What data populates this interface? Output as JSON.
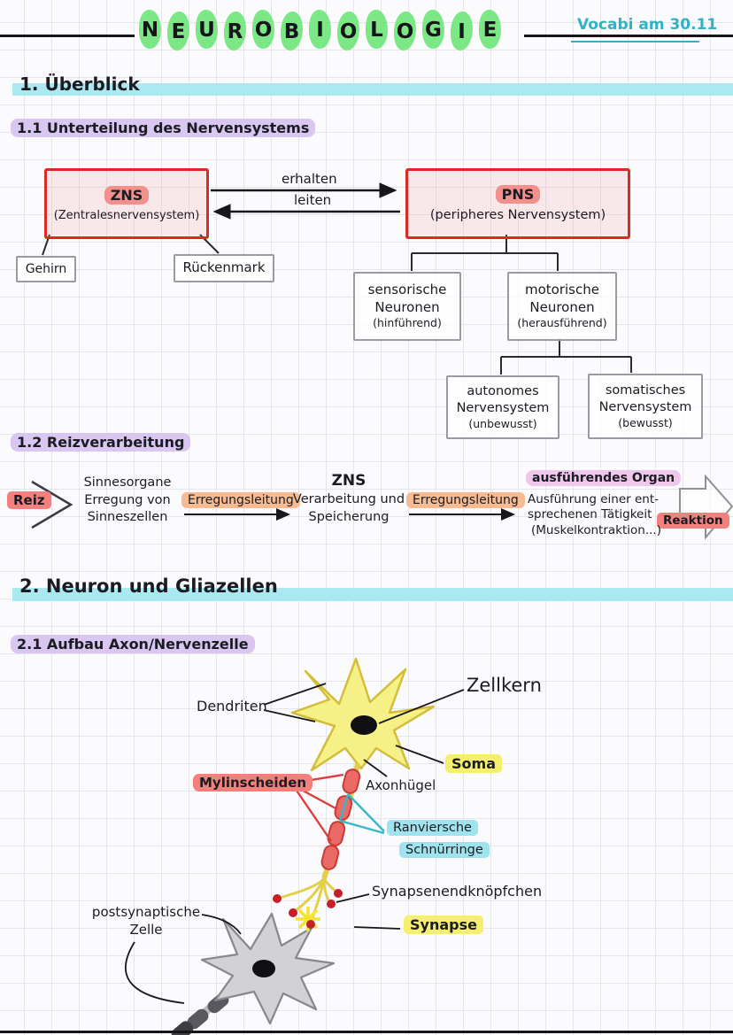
{
  "header": {
    "letters": [
      "N",
      "E",
      "U",
      "R",
      "O",
      "B",
      "I",
      "O",
      "L",
      "O",
      "G",
      "I",
      "E"
    ],
    "title": "NEUROBIOLOGIE",
    "note": "Vocabi am 30.11"
  },
  "sections": {
    "s1": "1. Überblick",
    "s1_1": "1.1 Unterteilung des Nervensystems",
    "s1_2": "1.2 Reizverarbeitung",
    "s2": "2. Neuron und Gliazellen",
    "s2_1": "2.1 Aufbau Axon/Nervenzelle"
  },
  "overview": {
    "zns_title": "ZNS",
    "zns_sub": "(Zentralesnervensystem)",
    "pns_title": "PNS",
    "pns_sub": "(peripheres Nervensystem)",
    "arrow_to_pns": "erhalten",
    "arrow_to_zns": "leiten",
    "gehirn": "Gehirn",
    "rueckenmark": "Rückenmark",
    "sensorische": [
      "sensorische",
      "Neuronen",
      "(hinführend)"
    ],
    "motorische": [
      "motorische",
      "Neuronen",
      "(herausführend)"
    ],
    "autonomes": [
      "autonomes",
      "Nervensystem",
      "(unbewusst)"
    ],
    "somatisches": [
      "somatisches",
      "Nervensystem",
      "(bewusst)"
    ]
  },
  "flow": {
    "reiz": "Reiz",
    "step1": [
      "Sinnesorgane",
      "Erregung von",
      "Sinneszellen"
    ],
    "leitung1": "Erregungsleitung",
    "step2_title": "ZNS",
    "step2": [
      "Verarbeitung und",
      "Speicherung"
    ],
    "leitung2": "Erregungsleitung",
    "organ_title": "ausführendes Organ",
    "organ": [
      "Ausführung einer ent-",
      "sprechenen Tätigkeit",
      "(Muskelkontraktion...)"
    ],
    "reaktion": "Reaktion"
  },
  "neuron": {
    "dendriten": "Dendriten",
    "zellkern": "Zellkern",
    "soma": "Soma",
    "axonhuegel": "Axonhügel",
    "mylinscheiden": "Mylinscheiden",
    "ranviersche": [
      "Ranviersche",
      "Schnürringe"
    ],
    "synapsenendknoepfchen": "Synapsenendknöpfchen",
    "synapse": "Synapse",
    "postsynaptische": [
      "postsynaptische",
      "Zelle"
    ]
  },
  "colors": {
    "green": "#7ce885",
    "cyan": "#abe9f2",
    "purple": "#d9c6f1",
    "pink": "#eec7ea",
    "red": "#f4807d",
    "orange": "#f6bb92",
    "yellow": "#f5ee6e",
    "teal_ink": "#2fb3c4",
    "red_border": "#da2a22"
  }
}
